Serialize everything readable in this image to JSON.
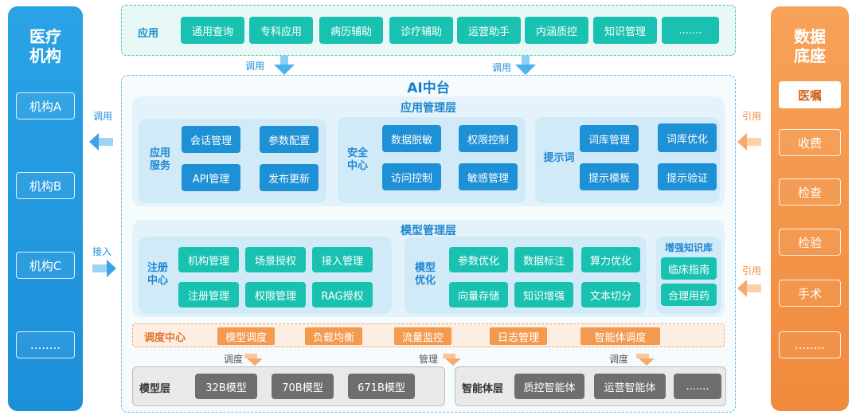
{
  "left_panel": {
    "title_line1": "医疗",
    "title_line2": "机构",
    "orgs": [
      "机构A",
      "机构B",
      "机构C",
      "........"
    ]
  },
  "right_panel": {
    "title_line1": "数据",
    "title_line2": "底座",
    "items": [
      "医嘱",
      "收费",
      "检查",
      "检验",
      "手术",
      "........"
    ]
  },
  "app_layer": {
    "label": "应用",
    "apps": [
      "通用查询",
      "专科应用",
      "病历辅助",
      "诊疗辅助",
      "运营助手",
      "内涵质控",
      "知识管理",
      "......."
    ]
  },
  "connectors": {
    "call": "调用",
    "access": "接入",
    "cite": "引用",
    "schedule": "调度",
    "manage": "管理"
  },
  "platform": {
    "title": "AI中台",
    "app_mgmt": {
      "title": "应用管理层",
      "app_service": {
        "label_line1": "应用",
        "label_line2": "服务",
        "buttons": [
          "会话管理",
          "参数配置",
          "API管理",
          "发布更新"
        ]
      },
      "security": {
        "label_line1": "安全",
        "label_line2": "中心",
        "buttons": [
          "数据脱敏",
          "权限控制",
          "访问控制",
          "敏感管理"
        ]
      },
      "prompt": {
        "label": "提示词",
        "buttons": [
          "词库管理",
          "词库优化",
          "提示模板",
          "提示验证"
        ]
      }
    },
    "model_mgmt": {
      "title": "模型管理层",
      "registry": {
        "label_line1": "注册",
        "label_line2": "中心",
        "buttons": [
          "机构管理",
          "场景授权",
          "接入管理",
          "注册管理",
          "权限管理",
          "RAG授权"
        ]
      },
      "optimize": {
        "label_line1": "模型",
        "label_line2": "优化",
        "buttons": [
          "参数优化",
          "数据标注",
          "算力优化",
          "向量存储",
          "知识增强",
          "文本切分"
        ]
      },
      "knowledge": {
        "label": "增强知识库",
        "buttons": [
          "临床指南",
          "合理用药"
        ]
      }
    },
    "scheduler": {
      "label": "调度中心",
      "buttons": [
        "模型调度",
        "负载均衡",
        "流量监控",
        "日志管理",
        "智能体调度"
      ]
    },
    "model_layer": {
      "label": "模型层",
      "models": [
        "32B模型",
        "70B模型",
        "671B模型"
      ]
    },
    "agent_layer": {
      "label": "智能体层",
      "agents": [
        "质控智能体",
        "运营智能体",
        "......."
      ]
    }
  }
}
